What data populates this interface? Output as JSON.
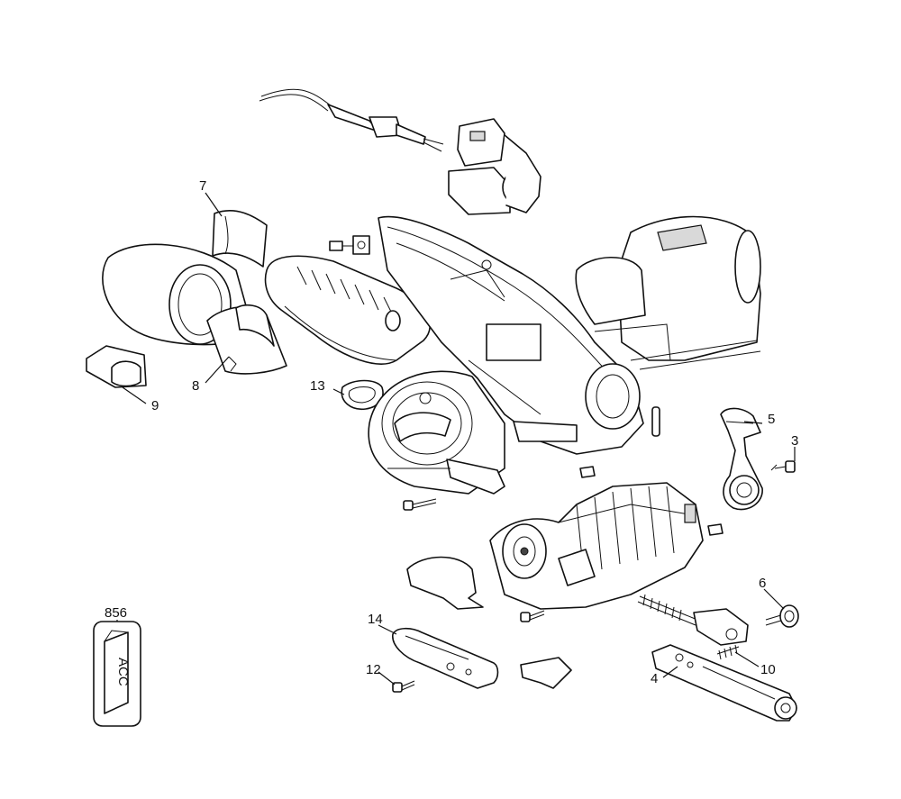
{
  "callouts": {
    "c7": "7",
    "c8": "8",
    "c9": "9",
    "c13": "13",
    "c5": "5",
    "c3": "3",
    "c6": "6",
    "c10": "10",
    "c4": "4",
    "c14": "14",
    "c12": "12",
    "c856": "856"
  },
  "accessory_box": {
    "label": "ACC"
  }
}
